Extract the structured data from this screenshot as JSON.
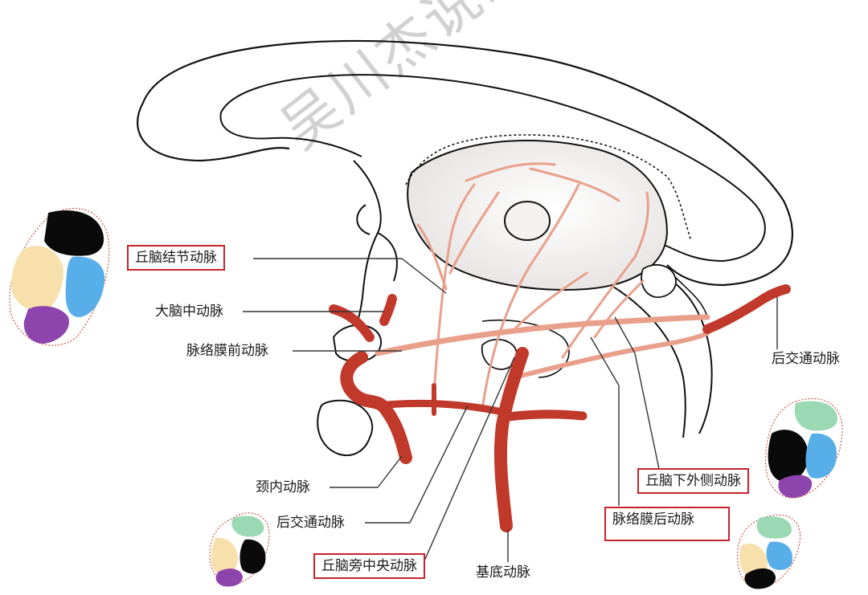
{
  "watermark": "吴川杰说改编",
  "labels": {
    "thalamogeniculate": "丘脑结节动脉",
    "mca": "大脑中动脉",
    "ant_choroidal": "脉络膜前动脉",
    "pcom_right": "后交通动脉",
    "ica": "颈内动脉",
    "pcom_bottom": "后交通动脉",
    "paramedian": "丘脑旁中央动脉",
    "basilar": "基底动脉",
    "inferolateral": "丘脑下外侧动脉",
    "post_choroidal": "脉络膜后动脉"
  },
  "colors": {
    "artery": "#c0392b",
    "branch": "#e8a08a",
    "box_border": "#c8232c",
    "territory_black": "#0a0a0a",
    "territory_cream": "#f8e0ad",
    "territory_blue": "#58aee8",
    "territory_purple": "#8e44ad",
    "territory_green": "#9ad9b4"
  }
}
